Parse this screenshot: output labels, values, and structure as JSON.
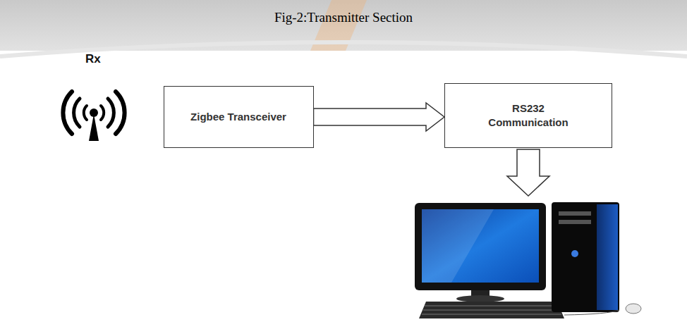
{
  "diagram": {
    "title": "Fig-2:Transmitter Section",
    "nodes": [
      {
        "text": [
          "Zigbee Transceiver"
        ]
      },
      {
        "text": [
          "RS232 Communication"
        ]
      }
    ],
    "edges": [
      {
        "from": 0,
        "to": 1,
        "arrow": "to"
      }
    ],
    "labels": [
      "Rx"
    ]
  }
}
